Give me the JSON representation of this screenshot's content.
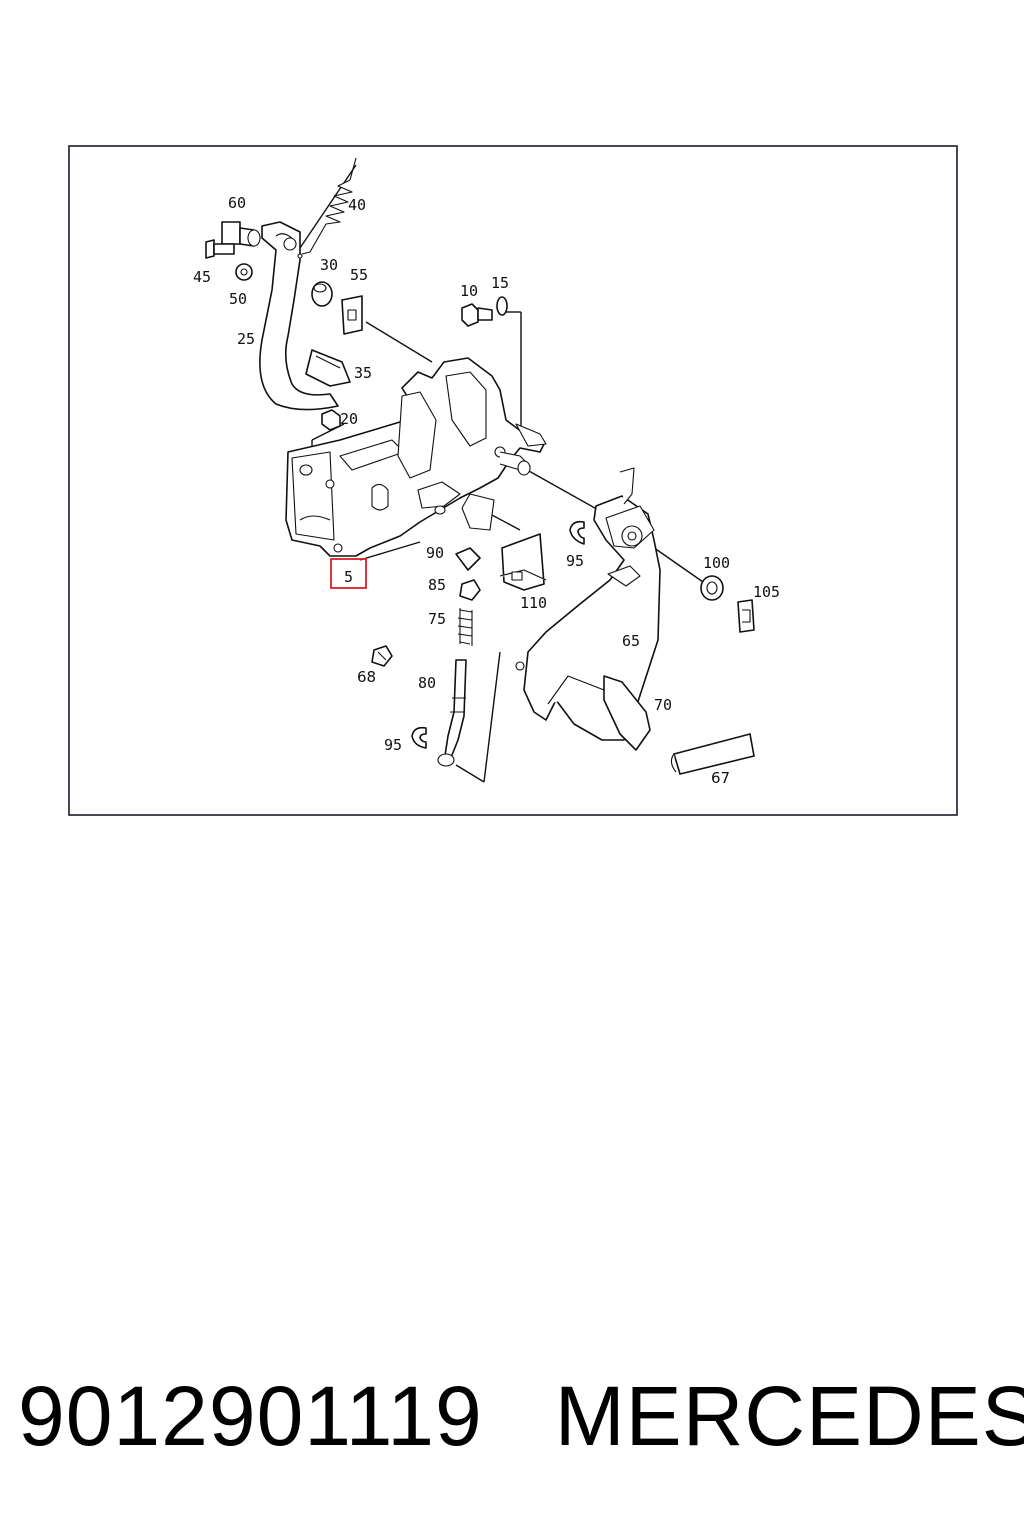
{
  "diagram": {
    "highlight_color": "#d9202e",
    "highlighted_label": "5",
    "callouts": [
      "60",
      "40",
      "45",
      "30",
      "55",
      "50",
      "10",
      "15",
      "25",
      "35",
      "20",
      "90",
      "95",
      "100",
      "105",
      "85",
      "110",
      "75",
      "65",
      "68",
      "80",
      "70",
      "95",
      "67"
    ]
  },
  "footer": {
    "part_number": "9012901119",
    "brand": "MERCEDES"
  }
}
